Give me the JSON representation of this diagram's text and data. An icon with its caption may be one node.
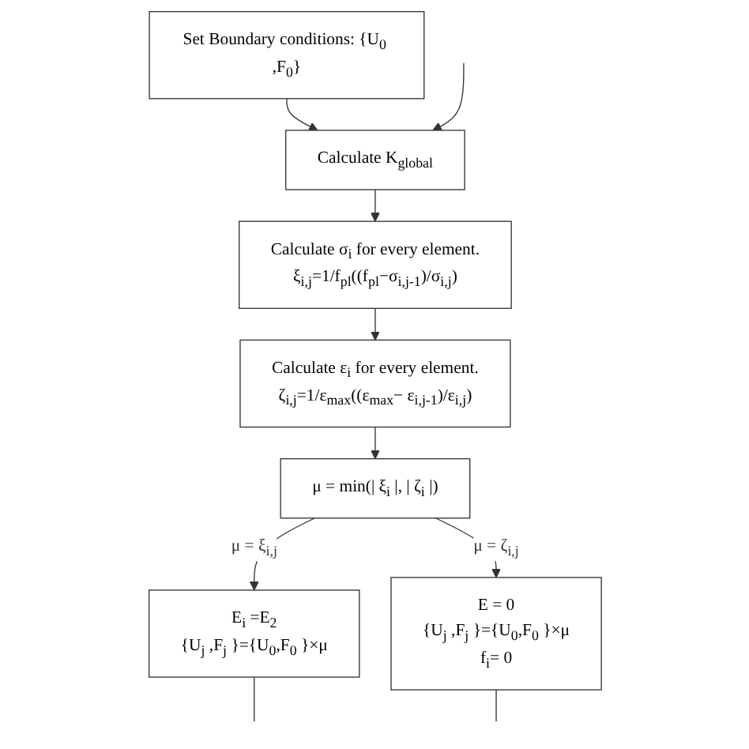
{
  "diagram": {
    "nodes": [
      {
        "text": [
          "Set Boundary conditions: {U$_{0}$ ,F$_{0}$}"
        ]
      },
      {
        "text": [
          "Calculate K$_{global}$"
        ]
      },
      {
        "text": [
          "Calculate σ$_{i}$ for every element.",
          "ξ$_{i,j}$=1/f$_{pl}$((f$_{pl}$−σ$_{i,j-1}$)/σ$_{i,j}$)"
        ]
      },
      {
        "text": [
          "Calculate ε$_{i}$ for every element.",
          "ζ$_{i,j}$=1/ε$_{max}$((ε$_{max}$− ε$_{i,j-1}$)/ε$_{i,j}$)"
        ]
      },
      {
        "text": [
          "μ = min(| ξ$_{i}$ |, | ζ$_{i}$ |)"
        ]
      },
      {
        "text": [
          "E$_{i}$ =E$_{2}$",
          "{U$_{j}$ ,F$_{j}$ }={U$_{0}$,F$_{0}$ }×μ"
        ]
      },
      {
        "text": [
          "E = 0",
          "{U$_{j}$ ,F$_{j}$ }={U$_{0}$,F$_{0}$ }×μ",
          "f$_{i}$= 0"
        ]
      }
    ],
    "edges": [
      {
        "from": 0,
        "to": 1,
        "arrow": "to"
      },
      {
        "from": null,
        "to": 1,
        "arrow": "to"
      },
      {
        "from": 1,
        "to": 2,
        "arrow": "to"
      },
      {
        "from": 2,
        "to": 3,
        "arrow": "to"
      },
      {
        "from": 3,
        "to": 4,
        "arrow": "to"
      },
      {
        "from": 4,
        "to": 5,
        "arrow": "to",
        "label": "μ = ξ$_{i,j}$"
      },
      {
        "from": 4,
        "to": 6,
        "arrow": "to",
        "label": "μ = ζ$_{i,j}$"
      },
      {
        "from": 5,
        "to": null,
        "arrow": "none"
      },
      {
        "from": 6,
        "to": null,
        "arrow": "none"
      }
    ]
  }
}
